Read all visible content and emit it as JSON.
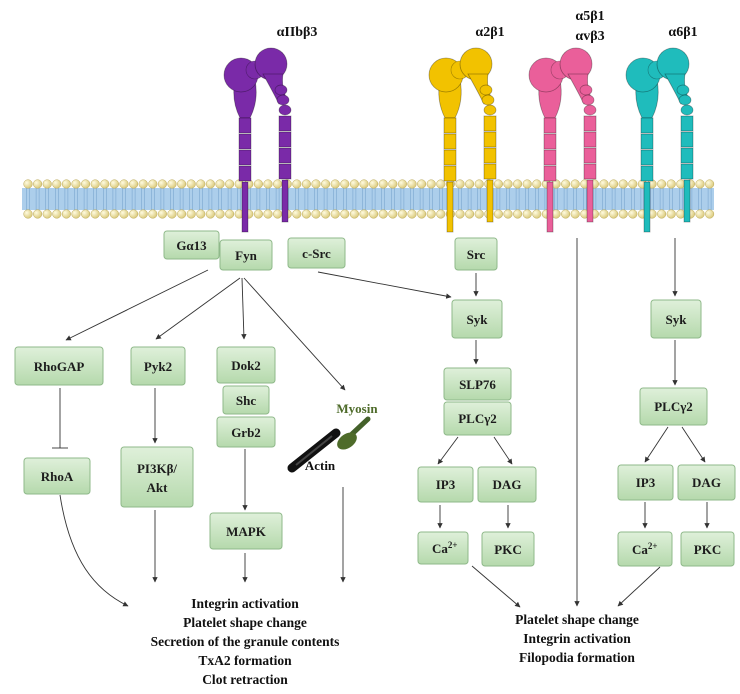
{
  "integrins": {
    "aIIbb3": "αIIbβ3",
    "a2b1": "α2β1",
    "a5b1": "α5β1",
    "avb3": "αvβ3",
    "a6b1": "α6β1"
  },
  "nodes": {
    "ga13": "Gα13",
    "fyn": "Fyn",
    "csrc": "c-Src",
    "src": "Src",
    "syk1": "Syk",
    "syk2": "Syk",
    "rhogap": "RhoGAP",
    "rhoa": "RhoA",
    "pyk2": "Pyk2",
    "pi3k_line1": "PI3Kβ/",
    "pi3k_line2": "Akt",
    "dok2": "Dok2",
    "shc": "Shc",
    "grb2": "Grb2",
    "mapk": "MAPK",
    "myosin": "Myosin",
    "actin": "Actin",
    "slp76": "SLP76",
    "plcg2_1": "PLCγ2",
    "plcg2_2": "PLCγ2",
    "ip3_1": "IP3",
    "dag_1": "DAG",
    "ca_1": "Ca",
    "pkc_1": "PKC",
    "ip3_2": "IP3",
    "dag_2": "DAG",
    "ca_2": "Ca",
    "pkc_2": "PKC",
    "ca_sup": "2+"
  },
  "outcomes_left": [
    "Integrin activation",
    "Platelet shape change",
    "Secretion of the granule contents",
    "TxA2 formation",
    "Clot retraction"
  ],
  "outcomes_right": [
    "Platelet shape change",
    "Integrin activation",
    "Filopodia formation"
  ],
  "colors": {
    "purple": "#7a2aa8",
    "yellow": "#f2c200",
    "pink": "#ea5f9a",
    "teal": "#1fbcbc",
    "box_fill": "#c8e6c0",
    "membrane_head": "#efe39a",
    "membrane_tail": "#9ec6e8"
  }
}
